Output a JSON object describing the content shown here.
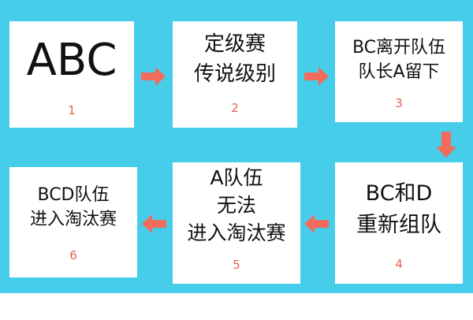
{
  "diagram": {
    "colors": {
      "background": "#46CDEA",
      "box": "#FFFFFF",
      "arrow": "#F26B5B",
      "number": "#E8604F",
      "text": "#111111"
    },
    "steps": [
      {
        "id": 1,
        "lines": [
          "ABC"
        ],
        "number": "1"
      },
      {
        "id": 2,
        "lines": [
          "定级赛",
          "传说级别"
        ],
        "number": "2"
      },
      {
        "id": 3,
        "lines": [
          "BC离开队伍",
          "队长A留下"
        ],
        "number": "3"
      },
      {
        "id": 4,
        "lines": [
          "BC和D",
          "重新组队"
        ],
        "number": "4"
      },
      {
        "id": 5,
        "lines": [
          "A队伍",
          "无法",
          "进入淘汰赛"
        ],
        "number": "5"
      },
      {
        "id": 6,
        "lines": [
          "BCD队伍",
          "进入淘汰赛"
        ],
        "number": "6"
      }
    ],
    "arrows": [
      {
        "from": 1,
        "to": 2,
        "direction": "right"
      },
      {
        "from": 2,
        "to": 3,
        "direction": "right"
      },
      {
        "from": 3,
        "to": 4,
        "direction": "down"
      },
      {
        "from": 4,
        "to": 5,
        "direction": "left"
      },
      {
        "from": 5,
        "to": 6,
        "direction": "left"
      }
    ]
  }
}
